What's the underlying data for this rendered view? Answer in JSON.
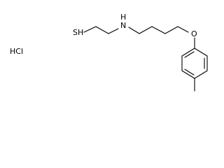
{
  "molecule": {
    "salt_label": "HCl",
    "atoms": {
      "thiol": "SH",
      "amine": "N",
      "amine_h": "H",
      "ether": "O"
    }
  },
  "colors": {
    "ink": "#000000",
    "background": "#ffffff"
  }
}
